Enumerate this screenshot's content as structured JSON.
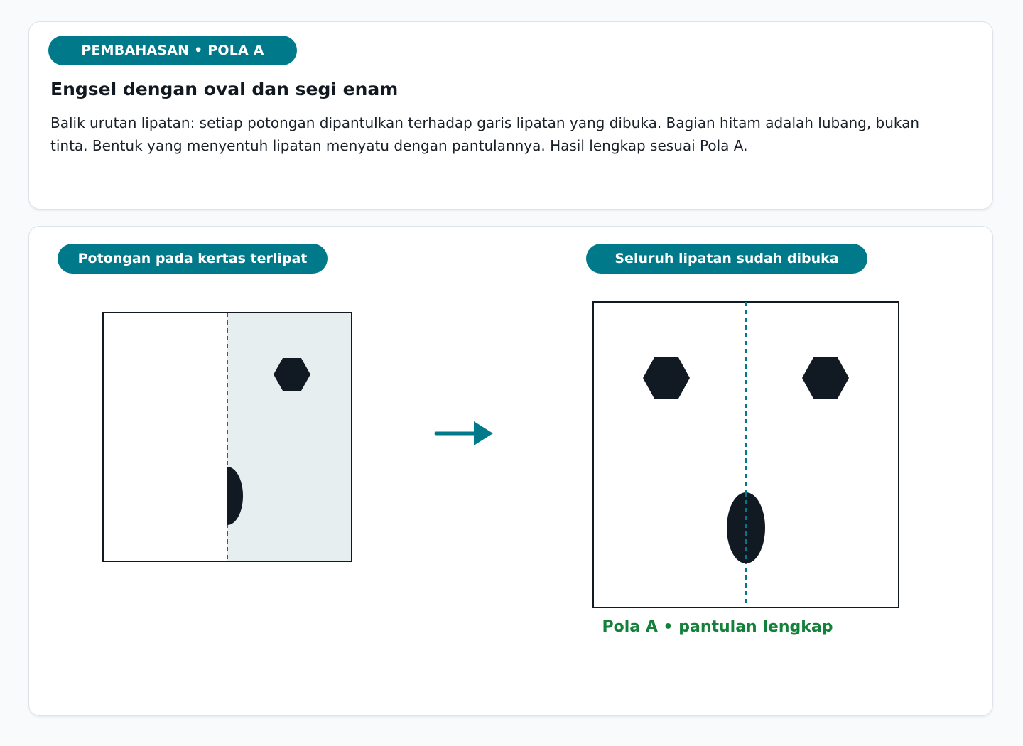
{
  "header": {
    "tag": "PEMBAHASAN • POLA A",
    "title": "Engsel dengan oval dan segi enam",
    "description": "Balik urutan lipatan: setiap potongan dipantulkan terhadap garis lipatan yang dibuka. Bagian hitam adalah lubang, bukan tinta. Bentuk yang menyentuh lipatan menyatu dengan pantulannya. Hasil lengkap sesuai Pola A."
  },
  "panels": {
    "folded_label": "Potongan pada kertas terlipat",
    "unfolded_label": "Seluruh lipatan sudah dibuka",
    "result_caption": "Pola A • pantulan lengkap"
  },
  "colors": {
    "accent": "#007a8a",
    "hole": "#111a22",
    "folded_region": "#e6eef0",
    "fold_line": "#007a8a",
    "success": "#14813a"
  },
  "icons": {
    "arrow": "arrow-right-icon"
  }
}
